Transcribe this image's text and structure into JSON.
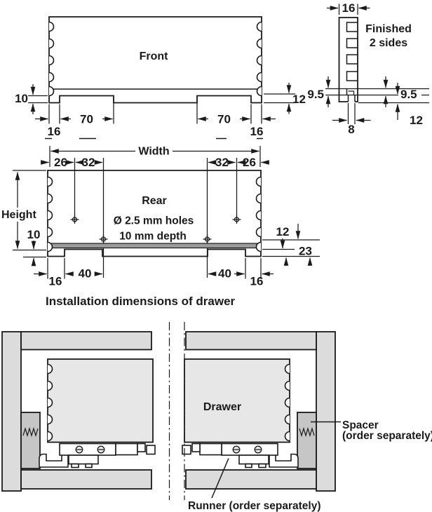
{
  "colors": {
    "line": "#1a1a1a",
    "cabinet": "#dcdcdc",
    "drawer": "#e7e7e7",
    "spacer": "#c6c6c6",
    "band": "#9c9c9c",
    "screw": "#e8e8e8"
  },
  "front": {
    "label": "Front",
    "dim_left": "10",
    "dim_right": "12",
    "dim_notch_left": "70",
    "dim_notch_right": "70",
    "dim_foot_left": "16",
    "dim_foot_right": "16"
  },
  "side": {
    "label_line1": "Finished",
    "label_line2": "2 sides",
    "dim_top": "16",
    "dim_slot_left": "9.5",
    "dim_slot_right": "9.5",
    "dim_bottom_width": "8",
    "dim_bottom_right": "12"
  },
  "rear": {
    "label": "Rear",
    "width_label": "Width",
    "height_label": "Height",
    "holes_line1": "Ø 2.5 mm holes",
    "holes_line2": "10 mm depth",
    "dim_26_left": "26",
    "dim_32_left": "32",
    "dim_32_right": "32",
    "dim_26_right": "26",
    "dim_10": "10",
    "dim_12": "12",
    "dim_23": "23",
    "dim_40_left": "40",
    "dim_40_right": "40",
    "dim_16_left": "16",
    "dim_16_right": "16"
  },
  "caption": "Installation dimensions of drawer",
  "install": {
    "drawer_label": "Drawer",
    "spacer_label_line1": "Spacer",
    "spacer_label_line2": "(order separately)",
    "runner_label": "Runner (order separately)"
  }
}
